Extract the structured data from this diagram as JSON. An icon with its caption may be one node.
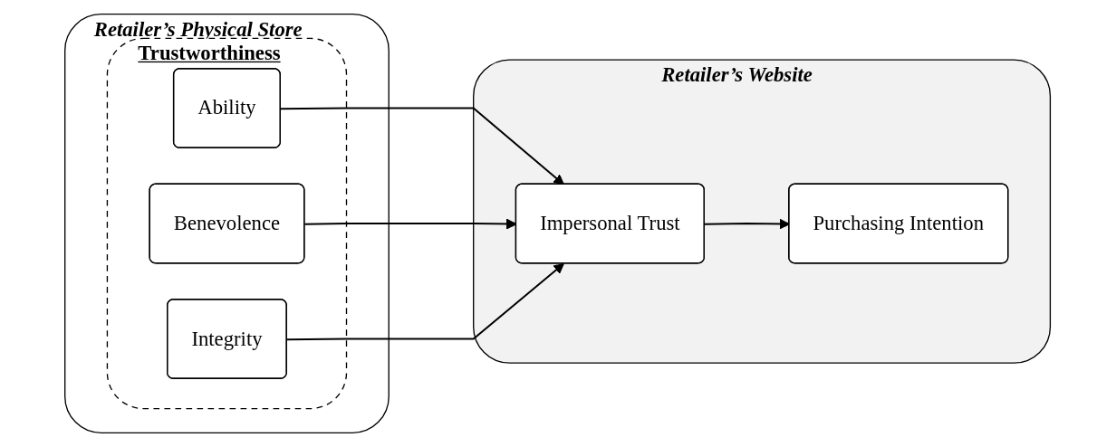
{
  "diagram": {
    "nodes": [
      {
        "text": [
          "Retailer’s Physical Store"
        ]
      },
      {
        "text": [
          "Trustworthiness"
        ],
        "in": 0
      },
      {
        "text": [
          "Ability"
        ],
        "in": 1
      },
      {
        "text": [
          "Benevolence"
        ],
        "in": 1
      },
      {
        "text": [
          "Integrity"
        ],
        "in": 1
      },
      {
        "text": [
          "Retailer’s Website"
        ]
      },
      {
        "text": [
          "Impersonal Trust"
        ],
        "in": 5
      },
      {
        "text": [
          "Purchasing Intention"
        ],
        "in": 5
      }
    ],
    "edges": [
      {
        "from": 2,
        "to": 6,
        "arrow": "to"
      },
      {
        "from": 3,
        "to": 6,
        "arrow": "to"
      },
      {
        "from": 4,
        "to": 6,
        "arrow": "to"
      },
      {
        "from": 6,
        "to": 7,
        "arrow": "to"
      }
    ]
  }
}
